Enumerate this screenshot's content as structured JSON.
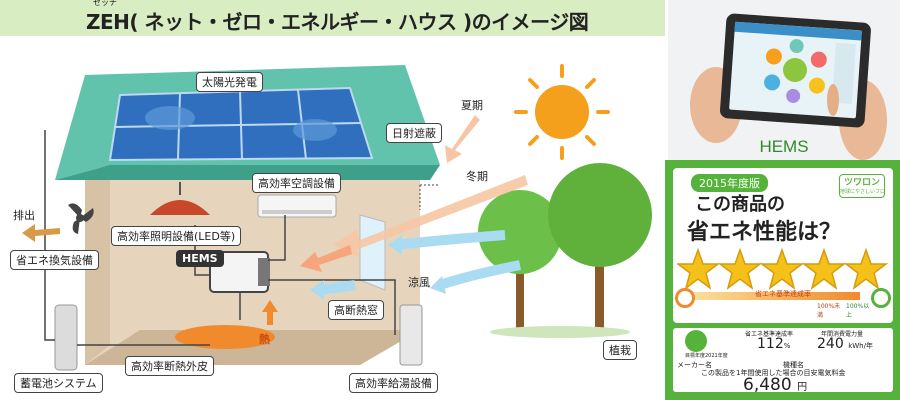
{
  "title": {
    "text": "ZEH( ネット・ゼロ・エネルギー・ハウス )のイメージ図",
    "ruby": "ゼッチ"
  },
  "labels": {
    "solar": "太陽光発電",
    "summer": "夏期",
    "winter": "冬期",
    "shading": "日射遮蔽",
    "aircon": "高効率空調設備",
    "lighting": "高効率照明設備(LED等)",
    "exhaust": "排出",
    "ventilation": "省エネ換気設備",
    "hems_box": "HEMS",
    "windows": "高断熱窓",
    "cool_breeze": "涼風",
    "heat": "熱",
    "envelope": "高効率断熱外皮",
    "water_heater": "高効率給湯設備",
    "battery": "蓄電池システム",
    "planting": "植栽"
  },
  "hems_caption": "HEMS",
  "energy_label": {
    "year_badge": "2015年度版",
    "headline_1": "この商品の",
    "headline_2": "省エネ性能は？",
    "logo_text": "ツワロン",
    "logo_sub": "地球にやさしいフロン",
    "rate_label": "省エネ基準達成率",
    "scale_low": "100%未満",
    "scale_high": "100%以上",
    "col1_head": "省エネ基準達成率",
    "col1_value": "112",
    "col1_unit": "%",
    "col2_head": "年間消費電力量",
    "col2_value": "240",
    "col2_unit": "kWh/年",
    "target_year": "目標年度2021年度",
    "maker_label": "メーカー名",
    "model_label": "機種名",
    "cost_note": "この製品を1年間使用した場合の目安電気料金",
    "cost_value": "6,480",
    "cost_unit": "円"
  },
  "colors": {
    "roof": "#62c3ac",
    "panel": "#2f6fbd",
    "wall": "#e6d4bd",
    "sun": "#f5a01d",
    "tree": "#6cc04a",
    "label_green": "#55b33b",
    "title_bg": "#d9edc2"
  }
}
